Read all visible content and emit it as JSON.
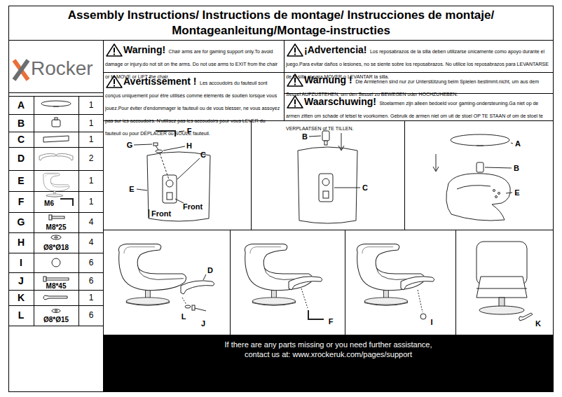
{
  "diagram": {
    "title": "Assembly Instructions/ Instructions de montage/ Instrucciones de montaje/ Montageanleitung/Montage-instructies",
    "nodes": [
      {
        "text": [
          "If there are any parts missing or you need further assistance, contact us at: www.xrockeruk.com/pages/support"
        ]
      }
    ],
    "labels": [
      "Rocker",
      "A",
      "1",
      "B",
      "1",
      "C",
      "1",
      "D",
      "2",
      "E",
      "1",
      "F",
      "M6",
      "1",
      "G",
      "M8*25",
      "4",
      "H",
      "Ø8*Ø18",
      "4",
      "I",
      "6",
      "J",
      "M8*45",
      "6",
      "K",
      "1",
      "L",
      "Ø8*Ø15",
      "6",
      "Warning!",
      "Chair arms are for gaming support only.To avoid damage or injury.do not sit on the arms. Do not use arms to EXIT from the chair or to MOVE or LIFT the chair.",
      "Avertissement !",
      "Les accoudoirs du fauteuil sont conçus uniquement pour être utilisés comme éléments de soutien lorsque vous jouez.Pour éviter d'endommager le fauteuil ou de vous blesser, ne vous assoyez pas sur les accoudoirs. N'utilisez pas les accoudoirs pour vous LEVER du fauteuil ou pour DÉPLACER ou SOULE fauteuil.",
      "¡Advertencia!",
      "Los reposabrazos de la silla deben utilizarse únicamente como apoyo durante el juego.Para evitar daños o lesiones, no se siente sobre los reposabrazos. No utilice los reposabrazos para LEVANTARSE de la silla ni para MOVER o LEVANTAR la silla.",
      "Warnung !",
      "Die Armlehnen sind nur zur Unterstützung beim Spielen bestimmt.nicht, um aus dem Sessel AUFZUSTEHEN, um den Sessel zu BEWEGEN oder HOCHZUHEBEN.",
      "Waarschuwing!",
      "Stoelarmen zijn alleen bedoeld voor gaming-ondersteuning.Ga niet op de armen zitten om schade of letsel te voorkomen. Gebruik de armen niet om uit de stoel OP TE STAAN of om de stoel te VERPLAATSEN of TE TILLEN.",
      "F",
      "G",
      "H",
      "C",
      "E",
      "Front",
      "Front",
      "B",
      "C",
      "A",
      "B",
      "E",
      "D",
      "L",
      "J",
      "F",
      "I",
      "K"
    ]
  }
}
